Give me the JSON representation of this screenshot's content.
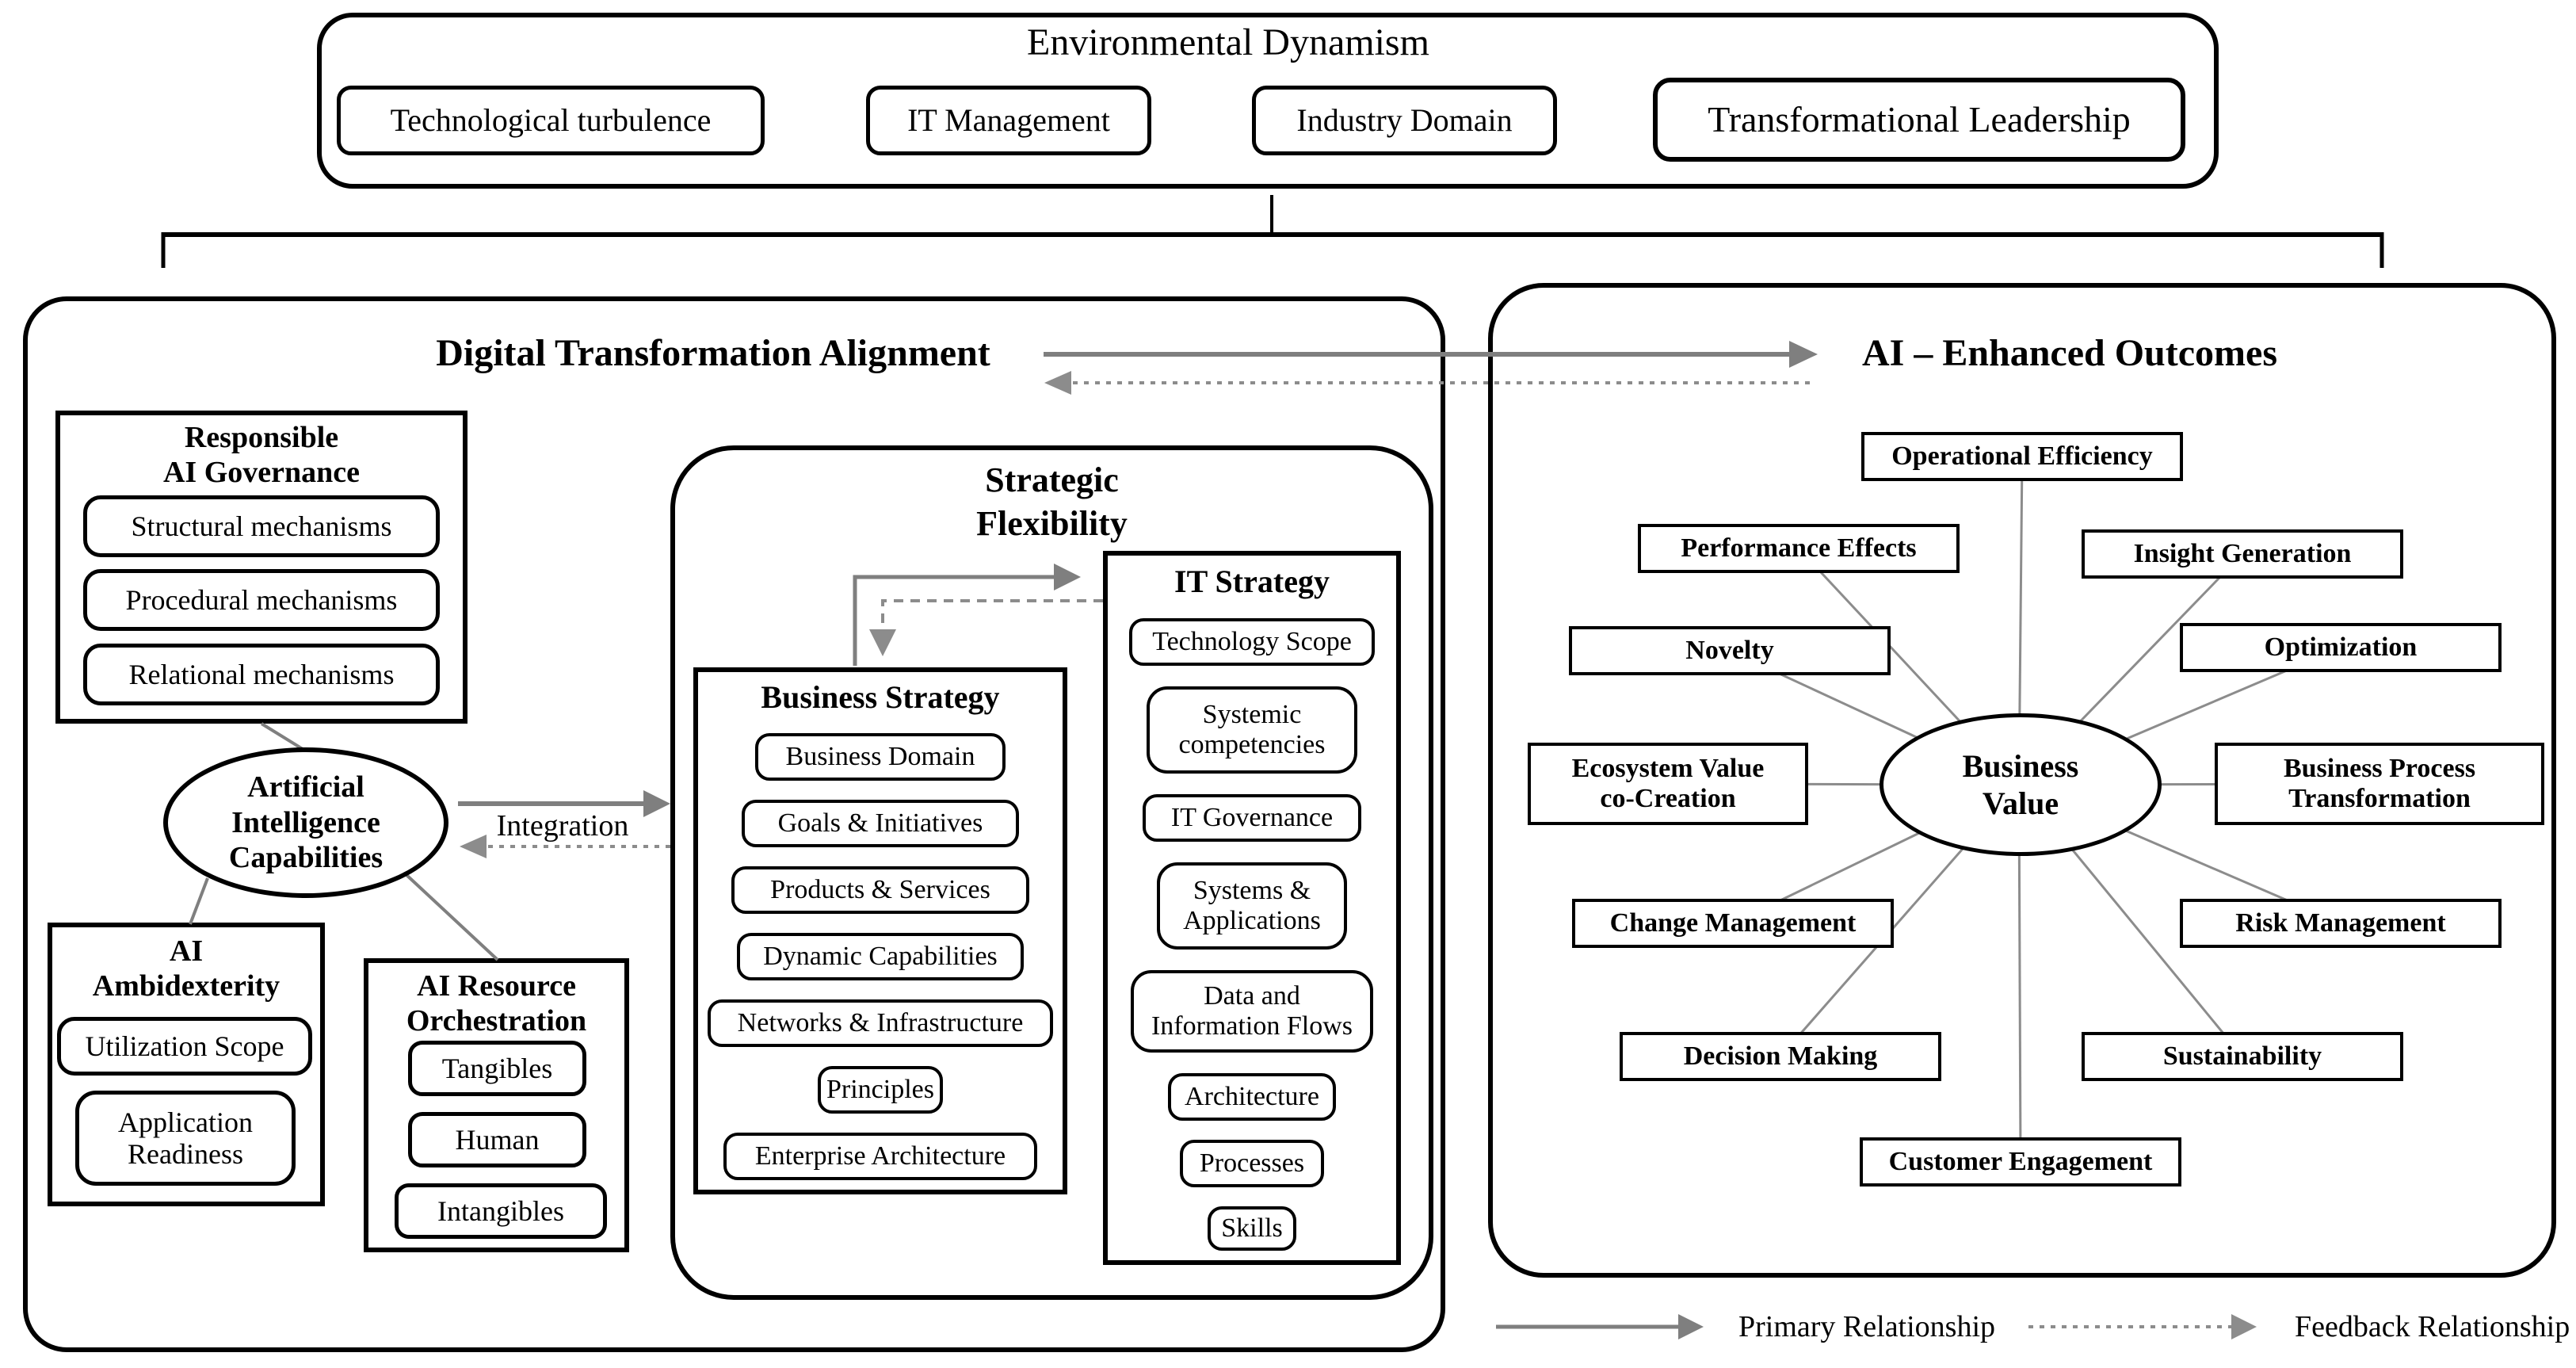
{
  "figure": {
    "type": "conceptual-framework-diagram",
    "background": "#ffffff"
  },
  "colors": {
    "border_black": "#000000",
    "connector_gray": "#7f7f7f",
    "dashed_gray": "#8c8c8c"
  },
  "environmental_dynamism": {
    "title": "Environmental Dynamism",
    "items": [
      "Technological turbulence",
      "IT Management",
      "Industry Domain",
      "Transformational Leadership"
    ]
  },
  "left_panel": {
    "title": "Digital Transformation Alignment",
    "governance": {
      "title_lines": [
        "Responsible",
        "AI Governance"
      ],
      "items": [
        "Structural mechanisms",
        "Procedural mechanisms",
        "Relational mechanisms"
      ]
    },
    "ai_capabilities": {
      "lines": [
        "Artificial",
        "Intelligence",
        "Capabilities"
      ]
    },
    "integration_label": "Integration",
    "ambidexterity": {
      "title_lines": [
        "AI",
        "Ambidexterity"
      ],
      "items": [
        "Utilization Scope",
        "Application Readiness"
      ]
    },
    "resource_orchestration": {
      "title_lines": [
        "AI Resource",
        "Orchestration"
      ],
      "items": [
        "Tangibles",
        "Human",
        "Intangibles"
      ]
    }
  },
  "strategic_flexibility": {
    "title_lines": [
      "Strategic",
      "Flexibility"
    ],
    "business_strategy": {
      "title": "Business Strategy",
      "items": [
        "Business Domain",
        "Goals & Initiatives",
        "Products & Services",
        "Dynamic Capabilities",
        "Networks & Infrastructure",
        "Principles",
        "Enterprise Architecture"
      ]
    },
    "it_strategy": {
      "title": "IT Strategy",
      "items": [
        "Technology Scope",
        "Systemic competencies",
        "IT Governance",
        "Systems & Applications",
        "Data and Information Flows",
        "Architecture",
        "Processes",
        "Skills"
      ]
    }
  },
  "right_panel": {
    "title": "AI – Enhanced Outcomes",
    "center_lines": [
      "Business",
      "Value"
    ],
    "outcomes": [
      "Operational Efficiency",
      "Performance Effects",
      "Insight Generation",
      "Novelty",
      "Optimization",
      "Ecosystem Value co-Creation",
      "Business Process Transformation",
      "Change Management",
      "Risk Management",
      "Decision Making",
      "Sustainability",
      "Customer Engagement"
    ]
  },
  "legend": {
    "primary": "Primary Relationship",
    "feedback": "Feedback Relationship"
  }
}
